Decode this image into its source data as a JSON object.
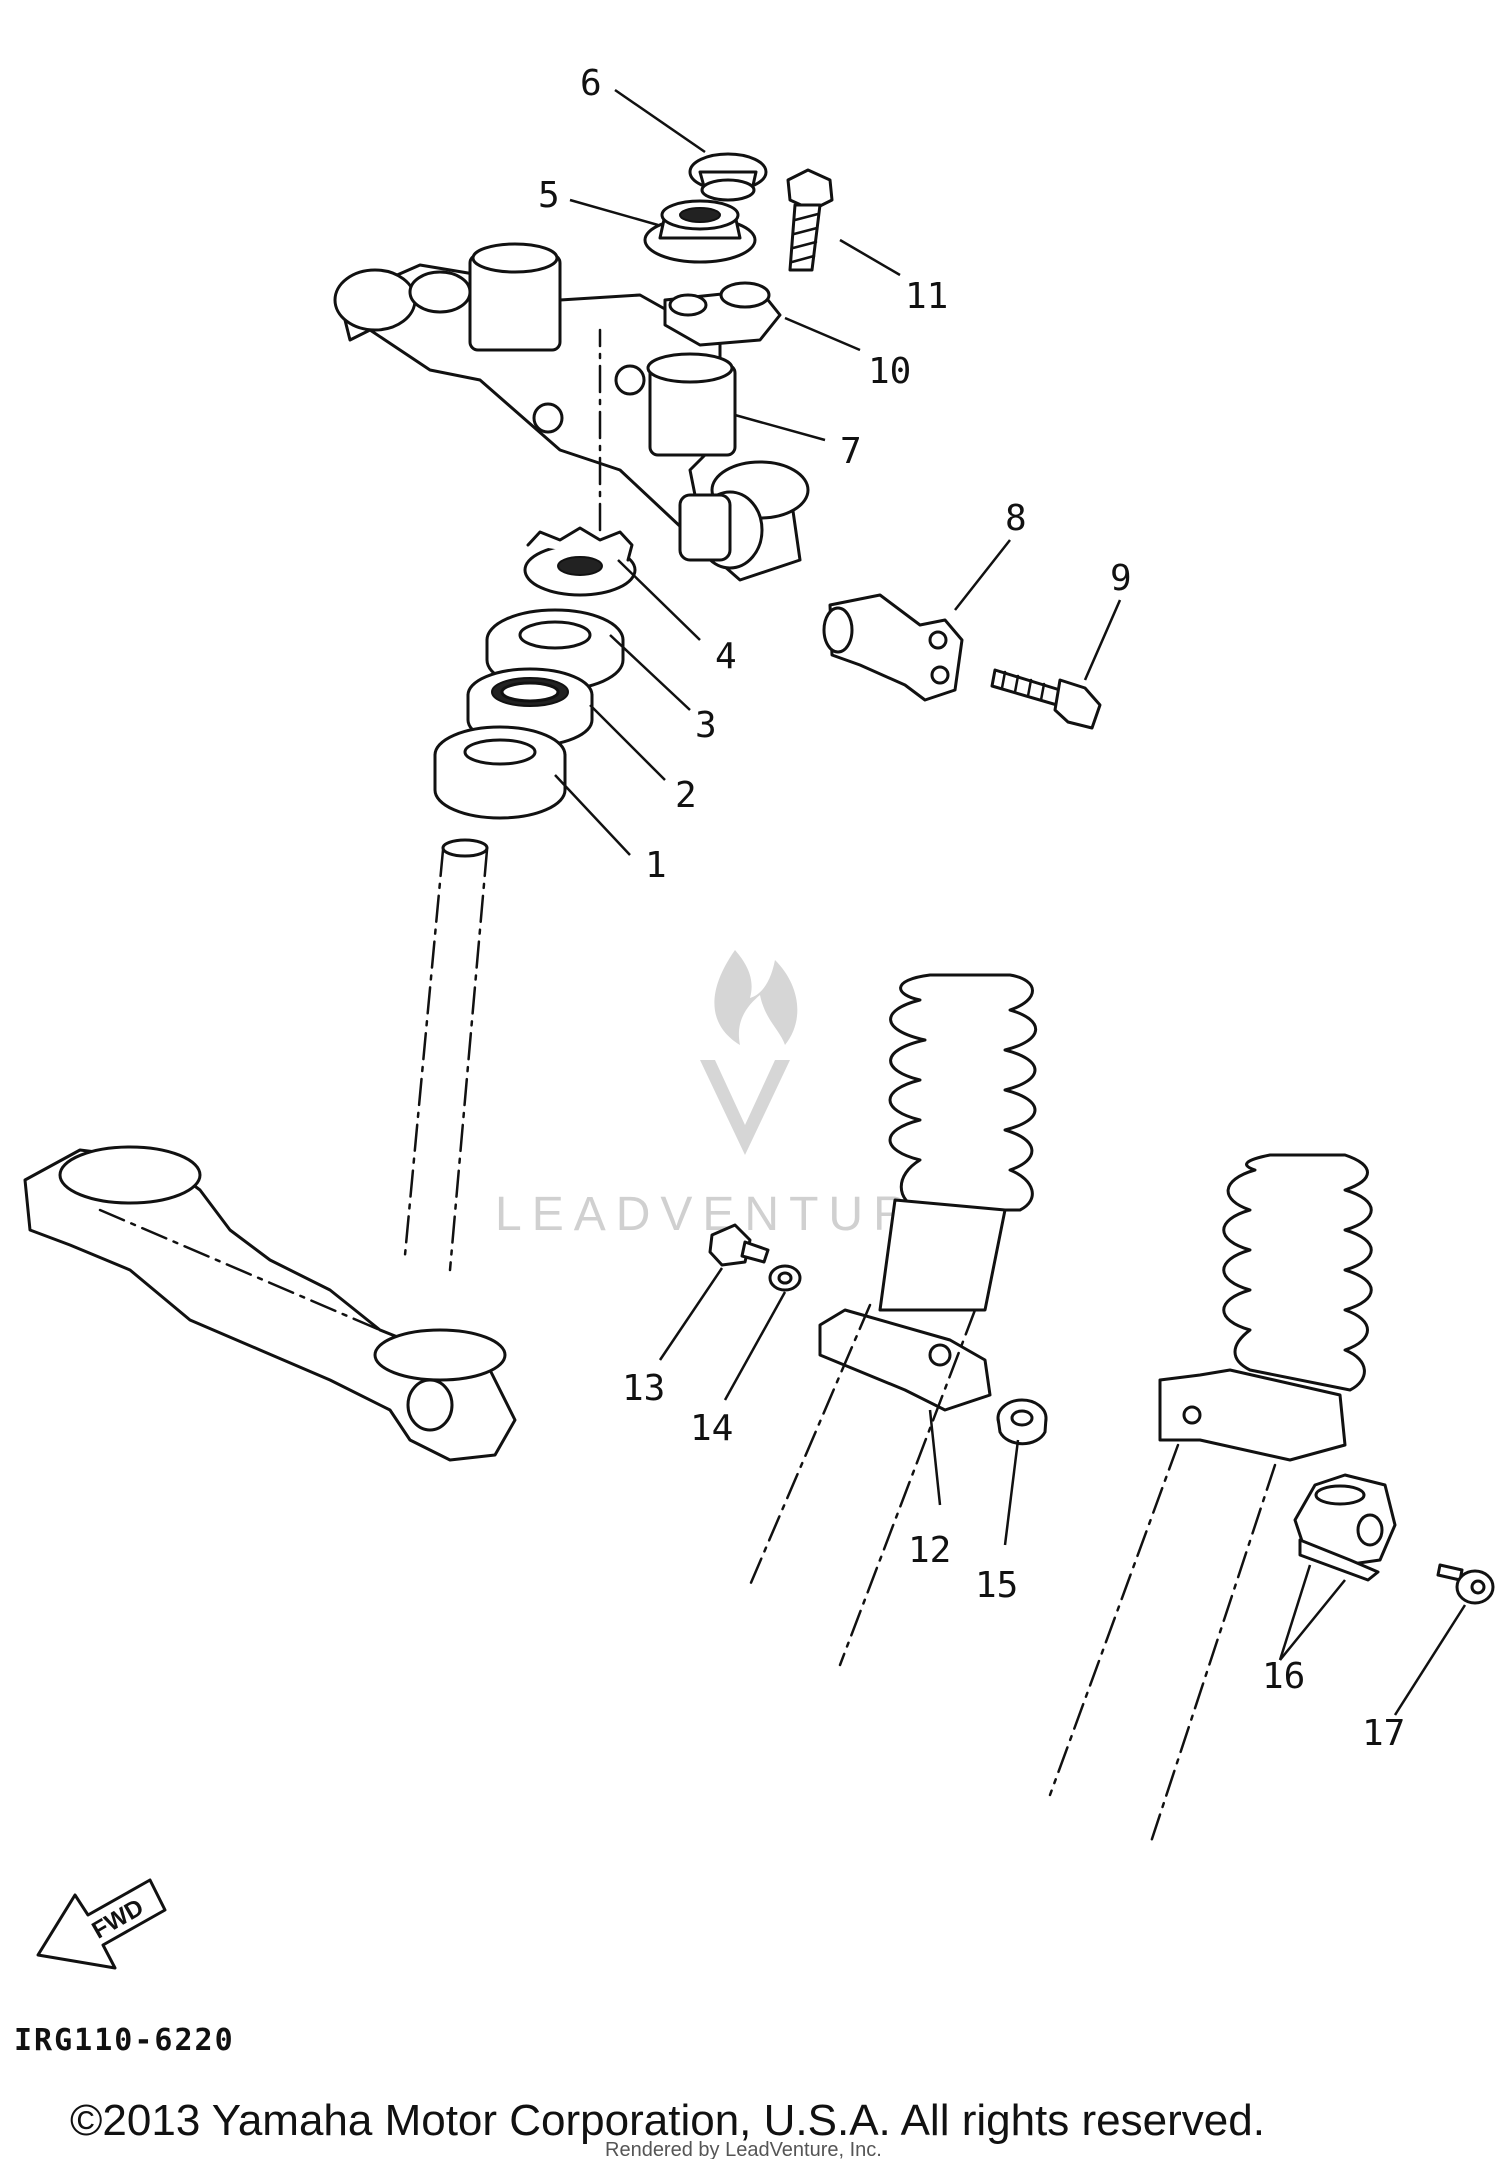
{
  "diagram": {
    "callouts": [
      "1",
      "2",
      "3",
      "4",
      "5",
      "6",
      "7",
      "8",
      "9",
      "10",
      "11",
      "12",
      "13",
      "14",
      "15",
      "16",
      "17"
    ],
    "fwd_label": "FWD",
    "reference_code": "IRG110-6220",
    "watermark_text": "LEADVENTURE",
    "copyright": "©2013 Yamaha Motor Corporation, U.S.A. All rights reserved.",
    "rendered_by": "Rendered by LeadVenture, Inc."
  }
}
